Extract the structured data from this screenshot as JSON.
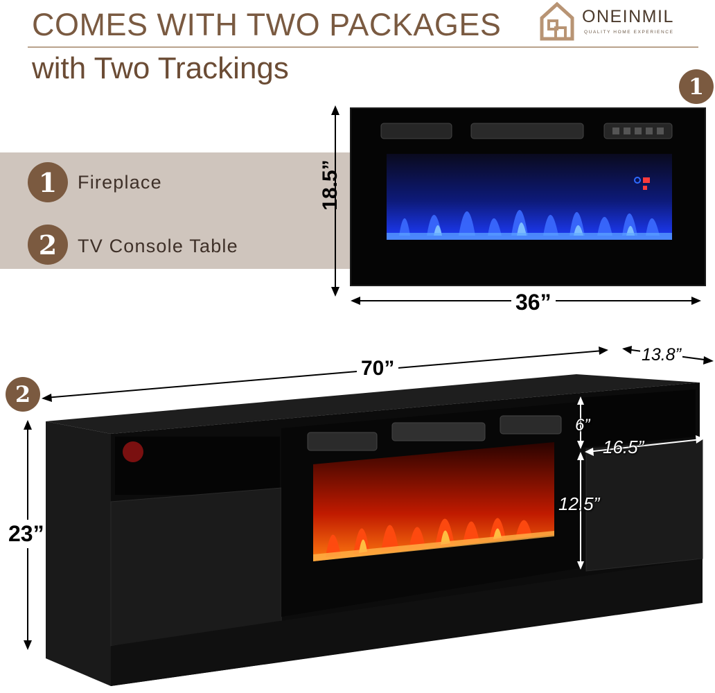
{
  "header": {
    "title_line1": "COMES WITH TWO PACKAGES",
    "title_line2": "with Two Trackings"
  },
  "brand": {
    "name": "ONEINMIL",
    "tagline": "QUALITY HOME EXPERIENCE",
    "logo_icon": "house-logo-icon"
  },
  "packages": [
    {
      "number": "1",
      "label": "Fireplace"
    },
    {
      "number": "2",
      "label": "TV Console Table"
    }
  ],
  "fireplace": {
    "badge": "1",
    "height": "18.5”",
    "width": "36”",
    "flame_color": "#2e5bff"
  },
  "console": {
    "badge": "2",
    "width": "70”",
    "depth": "13.8”",
    "height": "23”",
    "upper_shelf_height": "6”",
    "shelf_width": "16.5”",
    "cabinet_height": "12.5”",
    "flame_color": "#ff3a12"
  },
  "colors": {
    "brand_brown": "#7b5a40",
    "title_brown": "#7a5a41",
    "band_gray": "#cfc5bd"
  }
}
